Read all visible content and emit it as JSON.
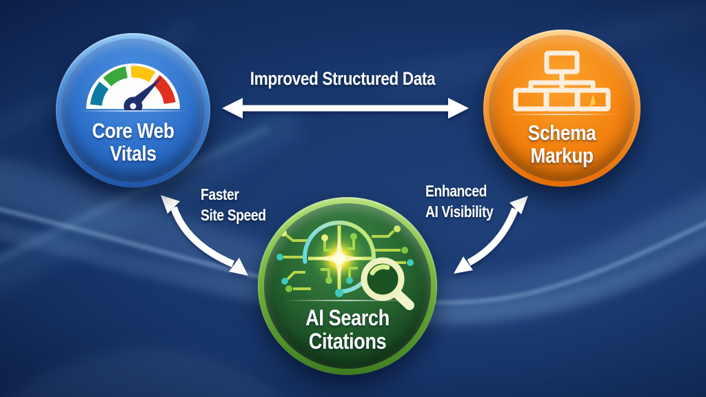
{
  "diagram": {
    "nodes": [
      {
        "id": "core-web-vitals",
        "line1": "Core Web",
        "line2": "Vitals",
        "icon": "speedometer-gauge-icon",
        "fill_color": "#2d6fc9",
        "rim_color": "#6fb0ec",
        "gauge_colors": {
          "low": "#0d7ba3",
          "mid": "#3aa83a",
          "high": "#fcc40f",
          "max": "#e03020",
          "needle": "#1e2f70"
        }
      },
      {
        "id": "schema-markup",
        "line1": "Schema",
        "line2": "Markup",
        "icon": "sitemap-hierarchy-icon",
        "fill_color": "#f3820f",
        "rim_color": "#fcc26a",
        "icon_color": "#fdeedd"
      },
      {
        "id": "ai-search-citations",
        "line1": "AI Search",
        "line2": "Citations",
        "icon": "ai-brain-search-icon",
        "fill_color": "#245f2d",
        "rim_color": "#9ed45c",
        "glow_color": "#ffe93d"
      }
    ],
    "connections": [
      {
        "id": "vitals-schema",
        "from": "core-web-vitals",
        "to": "schema-markup",
        "label": "Improved Structured Data",
        "style": "straight-double-arrow",
        "color": "#ffffff"
      },
      {
        "id": "vitals-citations",
        "from": "core-web-vitals",
        "to": "ai-search-citations",
        "label_line1": "Faster",
        "label_line2": "Site Speed",
        "style": "curved-double-arrow",
        "color": "#ffffff"
      },
      {
        "id": "schema-citations",
        "from": "schema-markup",
        "to": "ai-search-citations",
        "label_line1": "Enhanced",
        "label_line2": "AI Visibility",
        "style": "curved-double-arrow",
        "color": "#ffffff"
      }
    ],
    "background": {
      "base_color": "#16356a",
      "dark_corner_color": "#081a3c",
      "wave_color": "#9cc4ef",
      "text_color": "#ffffff"
    }
  }
}
